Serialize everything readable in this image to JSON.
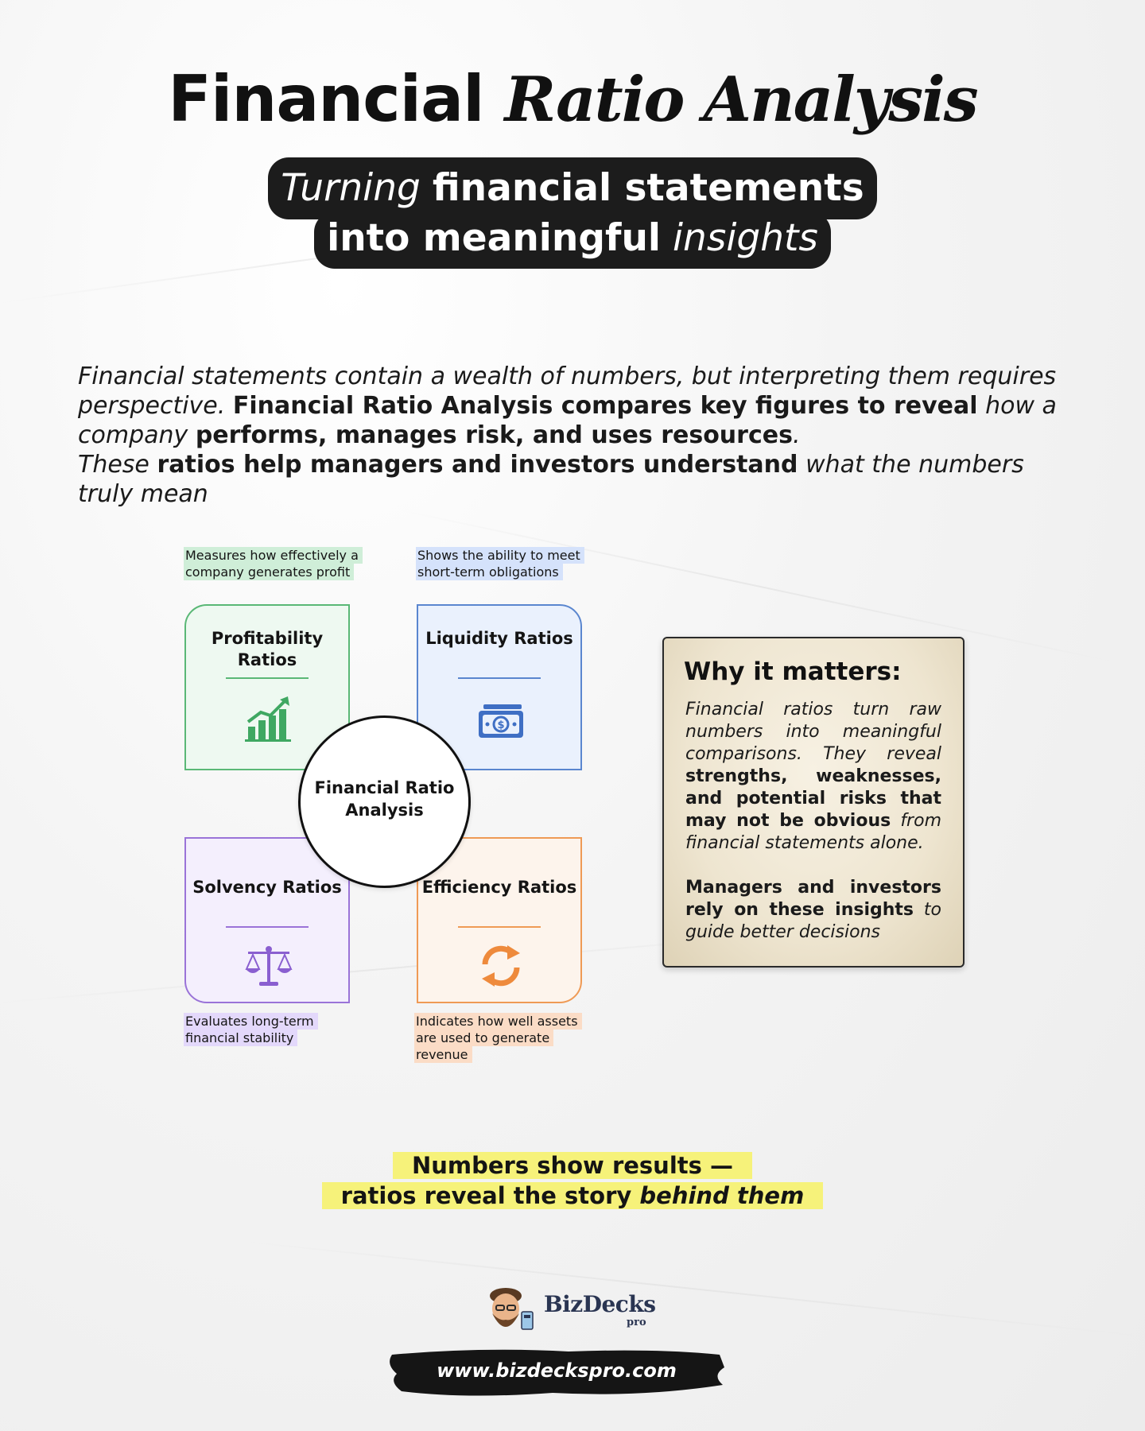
{
  "title": {
    "main": "Financial",
    "script": "Ratio Analysis"
  },
  "subtitle": {
    "line1_italic": "Turning",
    "line1_bold": "financial statements",
    "line2_bold": "into meaningful",
    "line2_italic": "insights"
  },
  "intro": {
    "s1": "Financial statements contain a wealth of numbers, but interpreting them requires perspective.",
    "s2": "Financial Ratio Analysis compares key figures to reveal",
    "s3": "how a company",
    "s4": "performs, manages risk, and uses resources",
    "s5": ".",
    "s6": "These",
    "s7": "ratios help managers and investors understand",
    "s8": "what the numbers truly mean"
  },
  "diagram": {
    "center": "Financial Ratio Analysis",
    "quadrants": [
      {
        "title": "Profitability Ratios",
        "note": "Measures how effectively a company generates profit",
        "icon": "chart-growth-icon",
        "color": "#5ab876"
      },
      {
        "title": "Liquidity Ratios",
        "note": "Shows the ability to meet short-term obligations",
        "icon": "cash-icon",
        "color": "#5a86cf"
      },
      {
        "title": "Solvency Ratios",
        "note": "Evaluates long-term financial stability",
        "icon": "balance-scale-icon",
        "color": "#9a73d8"
      },
      {
        "title": "Efficiency Ratios",
        "note": "Indicates how well assets are used to generate revenue",
        "icon": "refresh-cycle-icon",
        "color": "#ef9a55"
      }
    ]
  },
  "why": {
    "title": "Why it matters:",
    "p1_a": "Financial ratios turn raw numbers into meaningful comparisons. They reveal",
    "p1_b": "strengths, weaknesses, and potential risks that may not be obvious",
    "p1_c": "from financial statements alone.",
    "p2_a": "Managers and investors rely on these insights",
    "p2_b": "to guide better decisions"
  },
  "tagline": {
    "line1": "Numbers show results —",
    "line2_bold": "ratios reveal the story",
    "line2_italic": "behind them"
  },
  "brand": {
    "name": "BizDecks",
    "sub": "pro",
    "url": "www.bizdeckspro.com"
  },
  "colors": {
    "highlight": "#f6f27a",
    "pill": "#1c1c1c"
  }
}
